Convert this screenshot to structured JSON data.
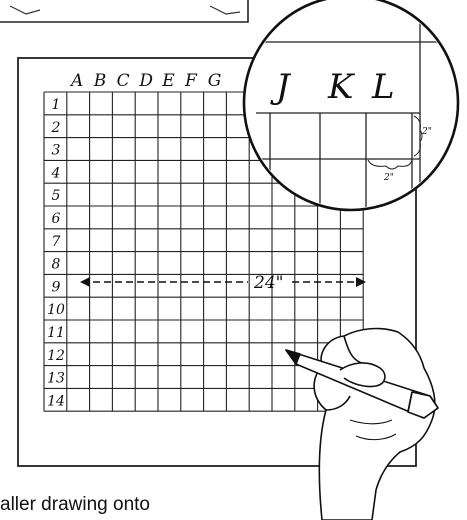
{
  "grid": {
    "column_labels": [
      "A",
      "B",
      "C",
      "D",
      "E",
      "F",
      "G"
    ],
    "row_labels": [
      "1",
      "2",
      "3",
      "4",
      "5",
      "6",
      "7",
      "8",
      "9",
      "10",
      "11",
      "12",
      "13",
      "14"
    ],
    "measurement_label": "24\""
  },
  "magnifier": {
    "column_labels": [
      "J",
      "K",
      "L"
    ],
    "height_label": "2\"",
    "width_label": "2\""
  },
  "caption": "aller drawing onto"
}
